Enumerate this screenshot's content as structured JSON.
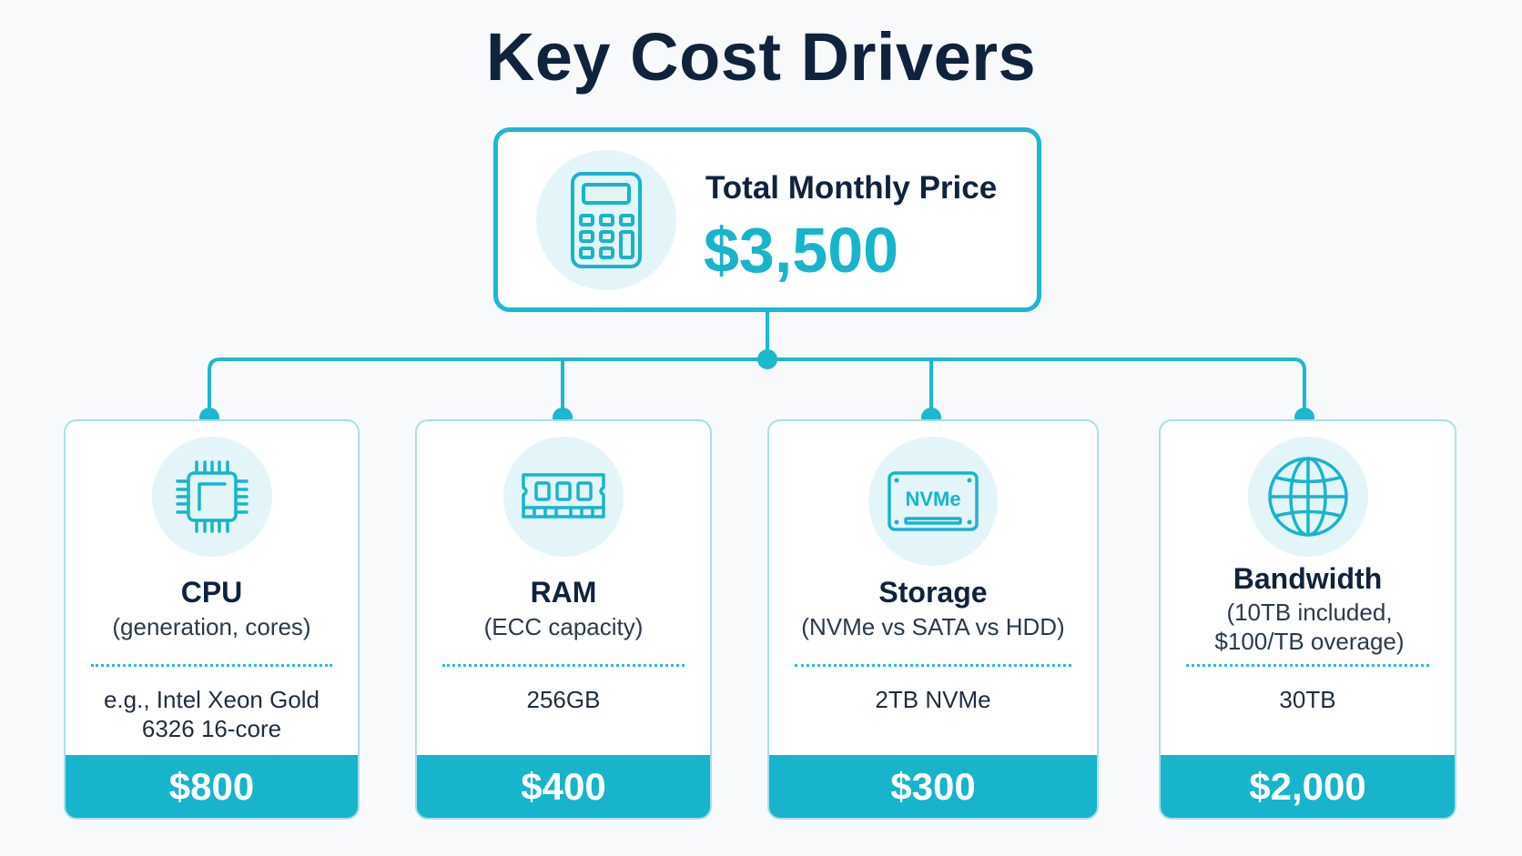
{
  "title": "Key Cost Drivers",
  "total": {
    "label": "Total Monthly Price",
    "value": "$3,500",
    "icon": "calculator-icon"
  },
  "drivers": [
    {
      "name": "CPU",
      "description": "(generation, cores)",
      "detail": "e.g., Intel Xeon Gold 6326 16-core",
      "price": "$800",
      "icon": "cpu-chip-icon"
    },
    {
      "name": "RAM",
      "description": "(ECC capacity)",
      "detail": "256GB",
      "price": "$400",
      "icon": "memory-module-icon"
    },
    {
      "name": "Storage",
      "description": "(NVMe vs SATA vs HDD)",
      "detail": "2TB NVMe",
      "price": "$300",
      "icon": "nvme-drive-icon",
      "icon_text": "NVMe"
    },
    {
      "name": "Bandwidth",
      "description": "(10TB included, $100/TB overage)",
      "detail": "30TB",
      "price": "$2,000",
      "icon": "globe-icon"
    }
  ],
  "colors": {
    "accent": "#18b4cc",
    "accent_border": "#1cb8cf",
    "icon_bg": "#e3f5f8",
    "navy": "#10233d",
    "background": "#f8f9fa"
  }
}
